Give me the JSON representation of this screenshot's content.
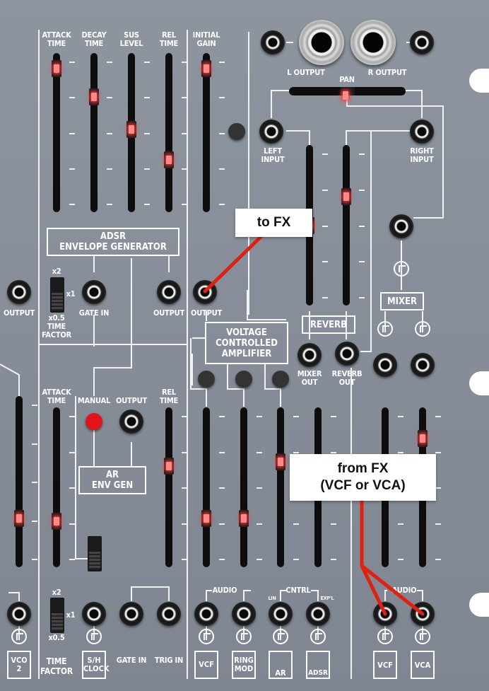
{
  "adsr": {
    "sliders": [
      {
        "label": "ATTACK\nTIME",
        "value": 0.95
      },
      {
        "label": "DECAY\nTIME",
        "value": 0.75
      },
      {
        "label": "SUS\nLEVEL",
        "value": 0.52
      },
      {
        "label": "REL\nTIME",
        "value": 0.31
      }
    ],
    "title_line1": "ADSR",
    "title_line2": "ENVELOPE GENERATOR",
    "gate_in": "GATE IN",
    "output": "OUTPUT",
    "time_factor": {
      "x2": "x2",
      "x1": "x1",
      "x05": "x0.5",
      "label": "TIME\nFACTOR"
    }
  },
  "vca": {
    "initial_gain": {
      "label": "INITIAL\nGAIN",
      "value": 0.95
    },
    "output": "OUTPUT",
    "title": "VOLTAGE\nCONTROLLED\nAMPLIFIER",
    "input_sliders": [
      0.28,
      0.28,
      0.68,
      0.6
    ],
    "audio": "AUDIO",
    "cntrl": "CNTRL",
    "lin": "LIN",
    "expl": "EXP'L",
    "inputs": [
      "VCF",
      "RING\nMOD",
      "AR",
      "ADSR"
    ]
  },
  "output_section": {
    "l_output": "L OUTPUT",
    "r_output": "R OUTPUT",
    "pan": "PAN",
    "pan_value": 0.5,
    "left_input": "LEFT\nINPUT",
    "right_input": "RIGHT\nINPUT",
    "reverb": "REVERB",
    "reverb_sliders": [
      0.5,
      0.7
    ],
    "mixer_out": "MIXER\nOUT",
    "reverb_out": "REVERB\nOUT",
    "mixer": "MIXER",
    "mixer_sliders": [
      0.67,
      0.84
    ],
    "audio": "AUDIO",
    "mixer_inputs": [
      "VCF",
      "VCA"
    ]
  },
  "ar": {
    "attack": {
      "label": "ATTACK\nTIME",
      "value": 0.26
    },
    "manual": "MANUAL",
    "output": "OUTPUT",
    "release": {
      "label": "REL\nTIME",
      "value": 0.65
    },
    "title_line1": "AR",
    "title_line2": "ENV GEN",
    "time_factor": {
      "x2": "x2",
      "x1": "x1",
      "x05": "x0.5",
      "label": "TIME\nFACTOR"
    },
    "sh_clock": "S/H\nCLOCK",
    "gate_in": "GATE IN",
    "trig_in": "TRIG IN"
  },
  "left_edge": {
    "output": "OUTPUT",
    "slider_value": 0.26,
    "vco2": "VCO\n2"
  },
  "annotations": {
    "to_fx": "to FX",
    "from_fx": "from FX\n(VCF or VCA)"
  },
  "colors": {
    "panel": "#8a919b",
    "led": "#ff3a3a",
    "cable": "#e02010",
    "manual_button": "#e0141a"
  }
}
